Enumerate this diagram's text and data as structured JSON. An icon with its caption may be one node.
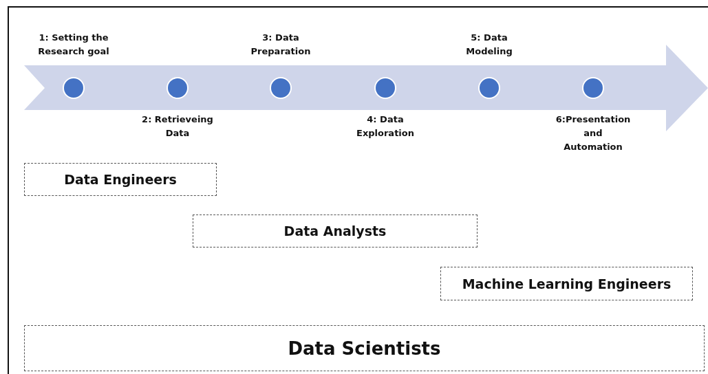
{
  "diagram": {
    "nodes": [
      {
        "text": [],
        "shape": "arrow"
      },
      {
        "text": [],
        "shape": "circle",
        "in": 0,
        "beside": [
          "1: Setting the Research goal"
        ]
      },
      {
        "text": [],
        "shape": "circle",
        "in": 0,
        "beside": [
          "2: Retrieveing Data"
        ]
      },
      {
        "text": [],
        "shape": "circle",
        "in": 0,
        "beside": [
          "3: Data Preparation"
        ]
      },
      {
        "text": [],
        "shape": "circle",
        "in": 0,
        "beside": [
          "4: Data Exploration"
        ]
      },
      {
        "text": [],
        "shape": "circle",
        "in": 0,
        "beside": [
          "5: Data Modeling"
        ]
      },
      {
        "text": [],
        "shape": "circle",
        "in": 0,
        "beside": [
          "6:Presentation and Automation"
        ]
      },
      {
        "text": [
          "Data Engineers"
        ]
      },
      {
        "text": [
          "Data Analysts"
        ]
      },
      {
        "text": [
          "Machine Learning Engineers"
        ]
      },
      {
        "text": [
          "Data Scientists"
        ]
      }
    ],
    "edges": []
  }
}
